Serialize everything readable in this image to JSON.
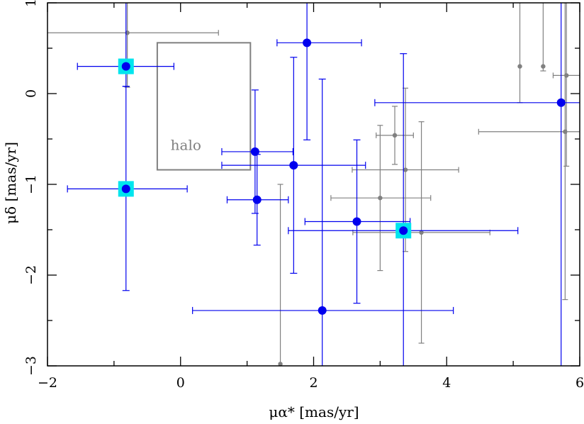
{
  "chart_data": {
    "type": "scatter",
    "title": "",
    "xlabel": "μα* [mas/yr]",
    "ylabel": "μδ [mas/yr]",
    "xlim": [
      -2,
      6
    ],
    "ylim": [
      -3,
      1
    ],
    "x_ticks": [
      -2,
      0,
      2,
      4,
      6
    ],
    "y_ticks": [
      -3,
      -2,
      -1,
      0,
      1
    ],
    "x_tick_labels": [
      "−2",
      "0",
      "2",
      "4",
      "6"
    ],
    "y_tick_labels": [
      "−3",
      "−2",
      "−1",
      "0",
      "1"
    ],
    "grid": false,
    "annotations": [
      {
        "text": "halo",
        "color": "#808080"
      }
    ],
    "halo_box": {
      "x": [
        -0.35,
        1.05
      ],
      "y": [
        -0.84,
        0.56
      ],
      "color": "#808080"
    },
    "series": [
      {
        "color": "#0000ee",
        "highlight_color": "#00e5ee",
        "points": [
          {
            "x": -0.82,
            "y": 0.3,
            "xerr": [
              0.73,
              0.72
            ],
            "yerr": [
              0.22,
              1.0
            ],
            "highlight": true
          },
          {
            "x": -0.82,
            "y": -1.05,
            "xerr": [
              0.88,
              0.92
            ],
            "yerr": [
              1.12,
              1.13
            ],
            "highlight": true
          },
          {
            "x": 1.9,
            "y": 0.56,
            "xerr": [
              0.45,
              0.82
            ],
            "yerr": [
              1.07,
              0.5
            ]
          },
          {
            "x": 1.12,
            "y": -0.64,
            "xerr": [
              0.5,
              0.57
            ],
            "yerr": [
              0.68,
              0.68
            ]
          },
          {
            "x": 1.7,
            "y": -0.79,
            "xerr": [
              1.08,
              1.08
            ],
            "yerr": [
              1.19,
              1.19
            ]
          },
          {
            "x": 1.15,
            "y": -1.17,
            "xerr": [
              0.45,
              0.47
            ],
            "yerr": [
              0.5,
              0.5
            ]
          },
          {
            "x": 2.65,
            "y": -1.41,
            "xerr": [
              0.78,
              0.8
            ],
            "yerr": [
              0.9,
              0.9
            ]
          },
          {
            "x": 3.35,
            "y": -1.51,
            "xerr": [
              1.73,
              1.72
            ],
            "yerr": [
              1.6,
              1.95
            ],
            "highlight": true
          },
          {
            "x": 2.13,
            "y": -2.39,
            "xerr": [
              1.95,
              1.97
            ],
            "yerr": [
              0.7,
              2.55
            ]
          },
          {
            "x": 5.72,
            "y": -0.1,
            "xerr": [
              2.8,
              0.5
            ],
            "yerr": [
              3.0,
              1.2
            ]
          }
        ]
      },
      {
        "color": "#808080",
        "points": [
          {
            "x": -0.8,
            "y": 0.67,
            "xerr": [
              1.25,
              1.37
            ],
            "yerr": [
              0.6,
              0.5
            ]
          },
          {
            "x": 3.22,
            "y": -0.46,
            "xerr": [
              0.28,
              0.28
            ],
            "yerr": [
              0.32,
              0.32
            ]
          },
          {
            "x": 3.38,
            "y": -0.84,
            "xerr": [
              0.8,
              0.8
            ],
            "yerr": [
              0.9,
              0.9
            ]
          },
          {
            "x": 3.0,
            "y": -1.15,
            "xerr": [
              0.74,
              0.76
            ],
            "yerr": [
              0.8,
              0.8
            ]
          },
          {
            "x": 3.62,
            "y": -1.53,
            "xerr": [
              1.03,
              1.03
            ],
            "yerr": [
              1.22,
              1.22
            ]
          },
          {
            "x": 1.5,
            "y": -2.98,
            "xerr": [
              0,
              0
            ],
            "yerr": [
              0.4,
              1.98
            ]
          },
          {
            "x": 5.78,
            "y": -0.42,
            "xerr": [
              1.3,
              1.3
            ],
            "yerr": [
              1.85,
              1.85
            ]
          },
          {
            "x": 5.1,
            "y": 0.3,
            "xerr": [
              0,
              0
            ],
            "yerr": [
              0.4,
              0.8
            ]
          },
          {
            "x": 5.45,
            "y": 0.3,
            "xerr": [
              0,
              0
            ],
            "yerr": [
              0.05,
              0.8
            ]
          },
          {
            "x": 5.8,
            "y": 0.2,
            "xerr": [
              0.2,
              0.2
            ],
            "yerr": [
              1.0,
              0.9
            ]
          }
        ]
      }
    ]
  }
}
